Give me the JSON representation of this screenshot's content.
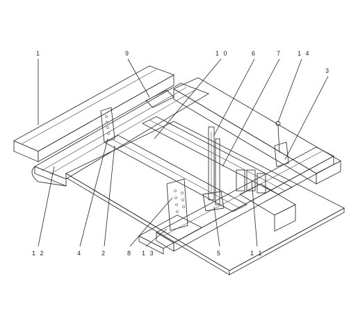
{
  "callouts": [
    {
      "id": "1",
      "text": "1"
    },
    {
      "id": "9",
      "text": "9"
    },
    {
      "id": "10",
      "text": "1 0"
    },
    {
      "id": "6",
      "text": "6"
    },
    {
      "id": "7",
      "text": "7"
    },
    {
      "id": "14",
      "text": "1 4"
    },
    {
      "id": "3",
      "text": "3"
    },
    {
      "id": "12",
      "text": "1 2"
    },
    {
      "id": "4",
      "text": "4"
    },
    {
      "id": "2",
      "text": "2"
    },
    {
      "id": "8",
      "text": "8"
    },
    {
      "id": "13",
      "text": "1 3"
    },
    {
      "id": "5",
      "text": "5"
    },
    {
      "id": "11",
      "text": "1 1"
    }
  ],
  "colors": {
    "line": "#333333",
    "metal_light": "#f2f2f2",
    "metal_mid": "#d9d9d9",
    "metal_dark": "#bdbdbd",
    "board": "#eaeaea"
  }
}
